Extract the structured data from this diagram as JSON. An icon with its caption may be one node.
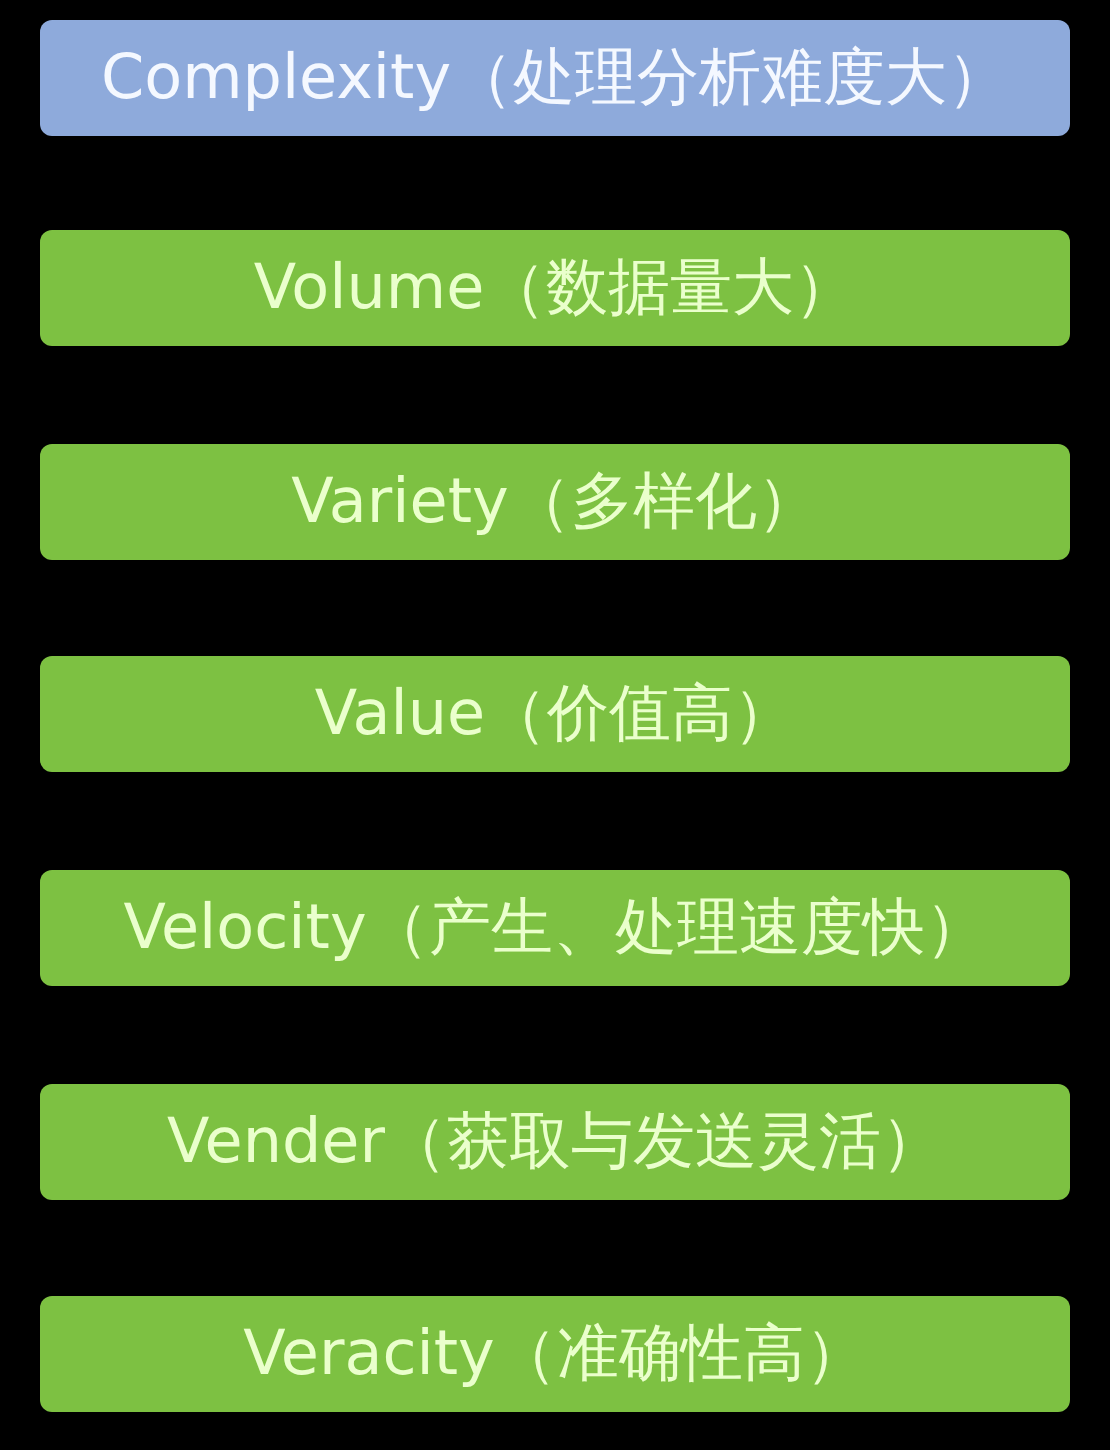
{
  "diagram": {
    "nodes": [
      {
        "text": [
          "Complexity（处理分析难度大）"
        ]
      },
      {
        "text": [
          "Volume（数据量大）"
        ]
      },
      {
        "text": [
          "Variety（多样化）"
        ]
      },
      {
        "text": [
          "Value（价值高）"
        ]
      },
      {
        "text": [
          "Velocity（产生、处理速度快）"
        ]
      },
      {
        "text": [
          "Vender（获取与发送灵活）"
        ]
      },
      {
        "text": [
          "Veracity（准确性高）"
        ]
      }
    ]
  }
}
